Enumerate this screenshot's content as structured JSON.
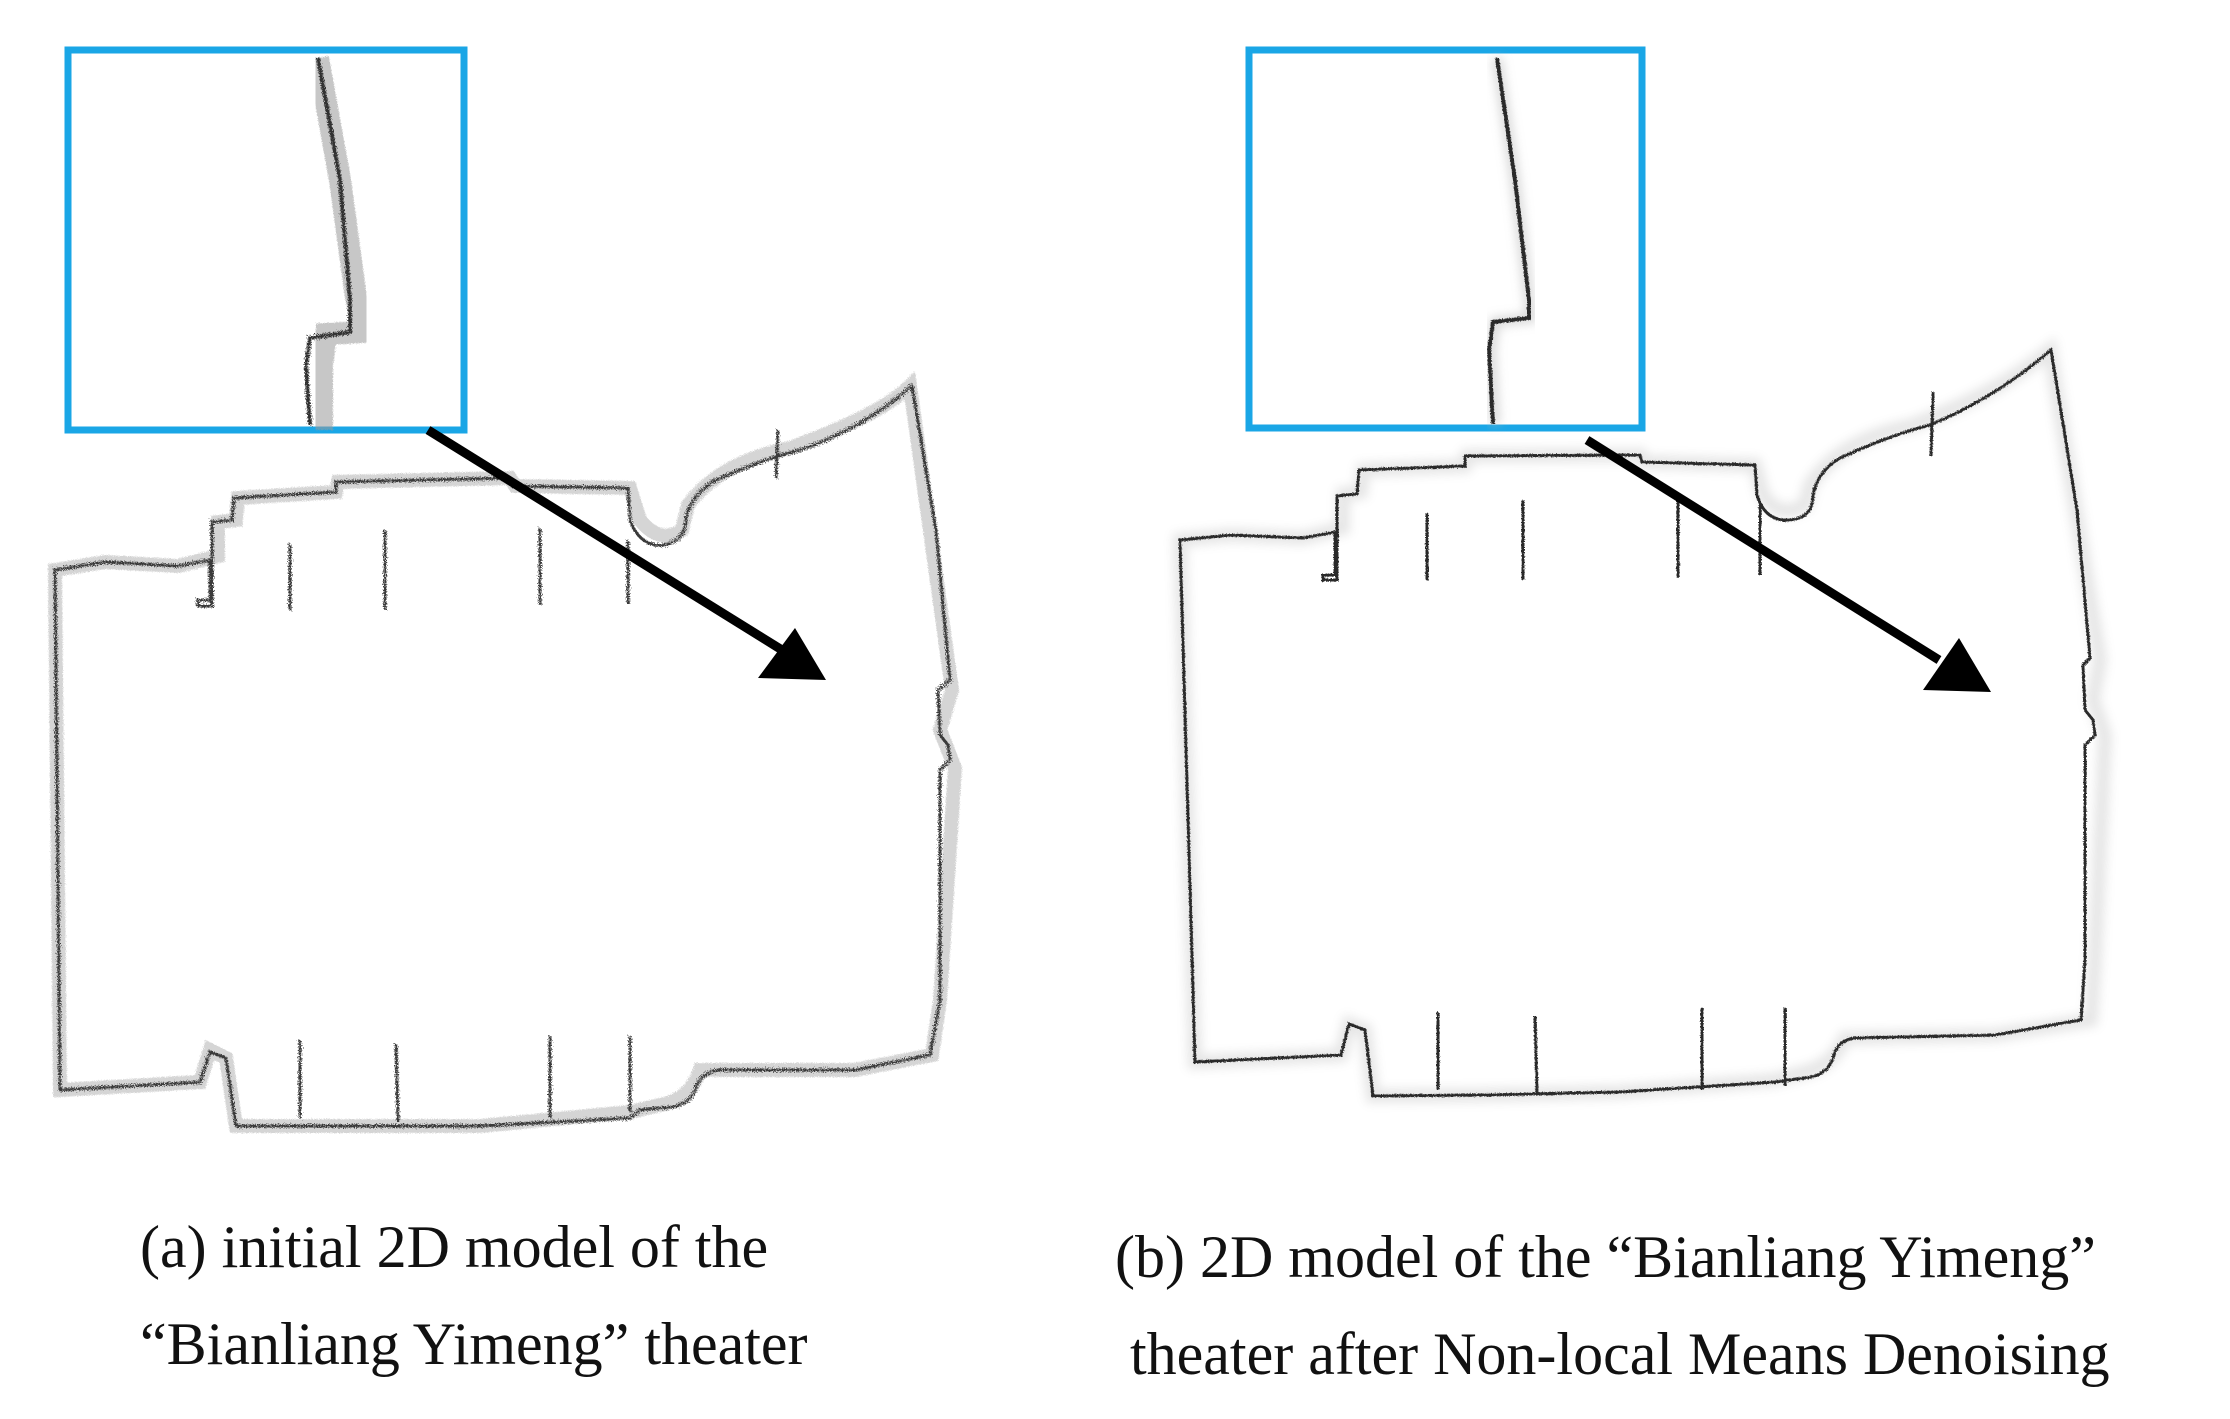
{
  "panels": [
    {
      "id": "a",
      "caption_line1": "(a) initial 2D model of the",
      "caption_line2": "“Bianliang Yimeng” theater",
      "inset_border_color": "#1aa6e6",
      "arrow_color": "#000000",
      "noise": "high"
    },
    {
      "id": "b",
      "caption_line1": "(b) 2D model of the “Bianliang Yimeng”",
      "caption_line2": "theater after Non-local Means Denoising",
      "inset_border_color": "#1aa6e6",
      "arrow_color": "#000000",
      "noise": "low"
    }
  ]
}
